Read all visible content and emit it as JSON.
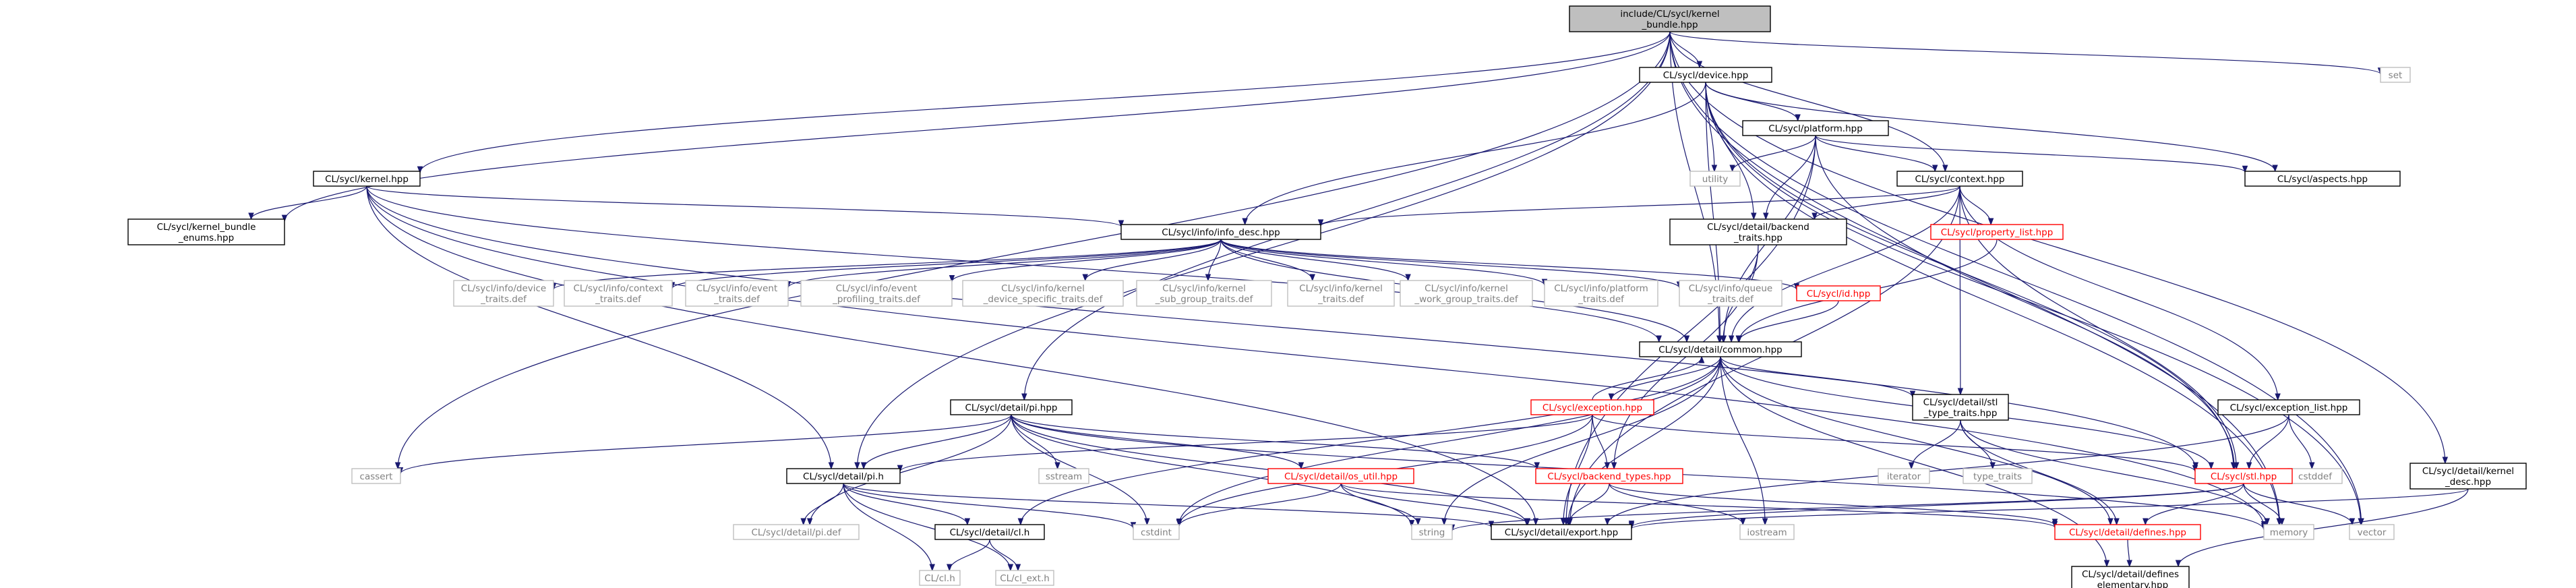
{
  "colors": {
    "edge": "#191970",
    "node_border": "#000000",
    "node_fill": "#ffffff",
    "root_fill": "#bfbfbf",
    "system_text": "#808080",
    "system_border": "#bfbfbf",
    "missing_text": "#ff0000",
    "missing_border": "#ff0000"
  },
  "nodes": [
    {
      "id": "root",
      "kind": "root",
      "lines": [
        "include/CL/sycl/kernel",
        "_bundle.hpp"
      ]
    },
    {
      "id": "device",
      "kind": "normal",
      "lines": [
        "CL/sycl/device.hpp"
      ]
    },
    {
      "id": "set",
      "kind": "system",
      "lines": [
        "set"
      ]
    },
    {
      "id": "platform",
      "kind": "normal",
      "lines": [
        "CL/sycl/platform.hpp"
      ]
    },
    {
      "id": "utility",
      "kind": "system",
      "lines": [
        "utility"
      ]
    },
    {
      "id": "aspects",
      "kind": "normal",
      "lines": [
        "CL/sycl/aspects.hpp"
      ]
    },
    {
      "id": "kernel",
      "kind": "normal",
      "lines": [
        "CL/sycl/kernel.hpp"
      ]
    },
    {
      "id": "context",
      "kind": "normal",
      "lines": [
        "CL/sycl/context.hpp"
      ]
    },
    {
      "id": "kbenums",
      "kind": "normal",
      "lines": [
        "CL/sycl/kernel_bundle",
        "_enums.hpp"
      ]
    },
    {
      "id": "backtraits",
      "kind": "normal",
      "lines": [
        "CL/sycl/detail/backend",
        "_traits.hpp"
      ]
    },
    {
      "id": "infodesc",
      "kind": "normal",
      "lines": [
        "CL/sycl/info/info_desc.hpp"
      ]
    },
    {
      "id": "proplist",
      "kind": "missing",
      "lines": [
        "CL/sycl/property_list.hpp"
      ]
    },
    {
      "id": "devtraits",
      "kind": "system",
      "lines": [
        "CL/sycl/info/device",
        "_traits.def"
      ]
    },
    {
      "id": "ctxtraits",
      "kind": "system",
      "lines": [
        "CL/sycl/info/context",
        "_traits.def"
      ]
    },
    {
      "id": "evtraits",
      "kind": "system",
      "lines": [
        "CL/sycl/info/event",
        "_traits.def"
      ]
    },
    {
      "id": "evproftraits",
      "kind": "system",
      "lines": [
        "CL/sycl/info/event",
        "_profiling_traits.def"
      ]
    },
    {
      "id": "kdevspec",
      "kind": "system",
      "lines": [
        "CL/sycl/info/kernel",
        "_device_specific_traits.def"
      ]
    },
    {
      "id": "ksubgroup",
      "kind": "system",
      "lines": [
        "CL/sycl/info/kernel",
        "_sub_group_traits.def"
      ]
    },
    {
      "id": "ktraits",
      "kind": "system",
      "lines": [
        "CL/sycl/info/kernel",
        "_traits.def"
      ]
    },
    {
      "id": "kworkgroup",
      "kind": "system",
      "lines": [
        "CL/sycl/info/kernel",
        "_work_group_traits.def"
      ]
    },
    {
      "id": "plattraits",
      "kind": "system",
      "lines": [
        "CL/sycl/info/platform",
        "_traits.def"
      ]
    },
    {
      "id": "qtraits",
      "kind": "system",
      "lines": [
        "CL/sycl/info/queue",
        "_traits.def"
      ]
    },
    {
      "id": "idhpp",
      "kind": "missing",
      "lines": [
        "CL/sycl/id.hpp"
      ]
    },
    {
      "id": "common",
      "kind": "normal",
      "lines": [
        "CL/sycl/detail/common.hpp"
      ]
    },
    {
      "id": "pi_hpp",
      "kind": "normal",
      "lines": [
        "CL/sycl/detail/pi.hpp"
      ]
    },
    {
      "id": "exception",
      "kind": "missing",
      "lines": [
        "CL/sycl/exception.hpp"
      ]
    },
    {
      "id": "stltt",
      "kind": "normal",
      "lines": [
        "CL/sycl/detail/stl",
        "_type_traits.hpp"
      ]
    },
    {
      "id": "exclist",
      "kind": "normal",
      "lines": [
        "CL/sycl/exception_list.hpp"
      ]
    },
    {
      "id": "kdesc",
      "kind": "normal",
      "lines": [
        "CL/sycl/detail/kernel",
        "_desc.hpp"
      ]
    },
    {
      "id": "cassert",
      "kind": "system",
      "lines": [
        "cassert"
      ]
    },
    {
      "id": "pi_h",
      "kind": "normal",
      "lines": [
        "CL/sycl/detail/pi.h"
      ]
    },
    {
      "id": "sstream",
      "kind": "system",
      "lines": [
        "sstream"
      ]
    },
    {
      "id": "osutil",
      "kind": "missing",
      "lines": [
        "CL/sycl/detail/os_util.hpp"
      ]
    },
    {
      "id": "backtypes",
      "kind": "missing",
      "lines": [
        "CL/sycl/backend_types.hpp"
      ]
    },
    {
      "id": "iterator",
      "kind": "system",
      "lines": [
        "iterator"
      ]
    },
    {
      "id": "typetraits",
      "kind": "system",
      "lines": [
        "type_traits"
      ]
    },
    {
      "id": "cstddef",
      "kind": "system",
      "lines": [
        "cstddef"
      ]
    },
    {
      "id": "stlhpp",
      "kind": "missing",
      "lines": [
        "CL/sycl/stl.hpp"
      ]
    },
    {
      "id": "pidef",
      "kind": "system",
      "lines": [
        "CL/sycl/detail/pi.def"
      ]
    },
    {
      "id": "clh_detail",
      "kind": "normal",
      "lines": [
        "CL/sycl/detail/cl.h"
      ]
    },
    {
      "id": "cstdint",
      "kind": "system",
      "lines": [
        "cstdint"
      ]
    },
    {
      "id": "string",
      "kind": "system",
      "lines": [
        "string"
      ]
    },
    {
      "id": "export",
      "kind": "normal",
      "lines": [
        "CL/sycl/detail/export.hpp"
      ]
    },
    {
      "id": "iostream",
      "kind": "system",
      "lines": [
        "iostream"
      ]
    },
    {
      "id": "defines",
      "kind": "missing",
      "lines": [
        "CL/sycl/detail/defines.hpp"
      ]
    },
    {
      "id": "memory",
      "kind": "system",
      "lines": [
        "memory"
      ]
    },
    {
      "id": "vector",
      "kind": "system",
      "lines": [
        "vector"
      ]
    },
    {
      "id": "clh",
      "kind": "system",
      "lines": [
        "CL/cl.h"
      ]
    },
    {
      "id": "clext",
      "kind": "system",
      "lines": [
        "CL/cl_ext.h"
      ]
    },
    {
      "id": "defelem",
      "kind": "normal",
      "lines": [
        "CL/sycl/detail/defines",
        "_elementary.hpp"
      ]
    }
  ],
  "edges": [
    [
      "root",
      "device"
    ],
    [
      "root",
      "set"
    ],
    [
      "root",
      "kernel"
    ],
    [
      "root",
      "kbenums"
    ],
    [
      "root",
      "context"
    ],
    [
      "root",
      "kdesc"
    ],
    [
      "root",
      "common"
    ],
    [
      "root",
      "pi_hpp"
    ],
    [
      "root",
      "pi_h"
    ],
    [
      "root",
      "cassert"
    ],
    [
      "root",
      "vector"
    ],
    [
      "root",
      "memory"
    ],
    [
      "device",
      "platform"
    ],
    [
      "device",
      "utility"
    ],
    [
      "device",
      "aspects"
    ],
    [
      "device",
      "backtraits"
    ],
    [
      "device",
      "infodesc"
    ],
    [
      "device",
      "common"
    ],
    [
      "device",
      "stlhpp"
    ],
    [
      "device",
      "memory"
    ],
    [
      "device",
      "vector"
    ],
    [
      "platform",
      "utility"
    ],
    [
      "platform",
      "aspects"
    ],
    [
      "platform",
      "context"
    ],
    [
      "platform",
      "backtraits"
    ],
    [
      "platform",
      "common"
    ],
    [
      "platform",
      "stlhpp"
    ],
    [
      "platform",
      "export"
    ],
    [
      "kernel",
      "kbenums"
    ],
    [
      "kernel",
      "infodesc"
    ],
    [
      "kernel",
      "common"
    ],
    [
      "kernel",
      "stlhpp"
    ],
    [
      "kernel",
      "pi_h"
    ],
    [
      "kernel",
      "export"
    ],
    [
      "kernel",
      "memory"
    ],
    [
      "context",
      "infodesc"
    ],
    [
      "context",
      "backtraits"
    ],
    [
      "context",
      "proplist"
    ],
    [
      "context",
      "exclist"
    ],
    [
      "context",
      "stltt"
    ],
    [
      "context",
      "stlhpp"
    ],
    [
      "context",
      "common"
    ],
    [
      "context",
      "export"
    ],
    [
      "backtraits",
      "common"
    ],
    [
      "backtraits",
      "backtypes"
    ],
    [
      "infodesc",
      "devtraits"
    ],
    [
      "infodesc",
      "ctxtraits"
    ],
    [
      "infodesc",
      "evtraits"
    ],
    [
      "infodesc",
      "evproftraits"
    ],
    [
      "infodesc",
      "kdevspec"
    ],
    [
      "infodesc",
      "ksubgroup"
    ],
    [
      "infodesc",
      "ktraits"
    ],
    [
      "infodesc",
      "kworkgroup"
    ],
    [
      "infodesc",
      "plattraits"
    ],
    [
      "infodesc",
      "qtraits"
    ],
    [
      "infodesc",
      "idhpp"
    ],
    [
      "infodesc",
      "common"
    ],
    [
      "proplist",
      "common"
    ],
    [
      "idhpp",
      "common"
    ],
    [
      "common",
      "exception"
    ],
    [
      "common",
      "stltt"
    ],
    [
      "common",
      "clh_detail"
    ],
    [
      "common",
      "cstdint"
    ],
    [
      "common",
      "string"
    ],
    [
      "common",
      "export"
    ],
    [
      "common",
      "iostream"
    ],
    [
      "common",
      "defines"
    ],
    [
      "common",
      "defelem"
    ],
    [
      "common",
      "stlhpp"
    ],
    [
      "exception",
      "common"
    ],
    [
      "exception",
      "backtypes"
    ],
    [
      "exception",
      "pi_h"
    ],
    [
      "exception",
      "stlhpp"
    ],
    [
      "exception",
      "export"
    ],
    [
      "exception",
      "cstdint"
    ],
    [
      "pi_hpp",
      "cassert"
    ],
    [
      "pi_hpp",
      "pi_h"
    ],
    [
      "pi_hpp",
      "sstream"
    ],
    [
      "pi_hpp",
      "osutil"
    ],
    [
      "pi_hpp",
      "backtypes"
    ],
    [
      "pi_hpp",
      "export"
    ],
    [
      "pi_hpp",
      "string"
    ],
    [
      "pi_hpp",
      "memory"
    ],
    [
      "pi_hpp",
      "pidef"
    ],
    [
      "pi_hpp",
      "cstdint"
    ],
    [
      "stltt",
      "iterator"
    ],
    [
      "stltt",
      "typetraits"
    ],
    [
      "stltt",
      "defines"
    ],
    [
      "stltt",
      "memory"
    ],
    [
      "exclist",
      "stlhpp"
    ],
    [
      "exclist",
      "cstddef"
    ],
    [
      "exclist",
      "export"
    ],
    [
      "kdesc",
      "export"
    ],
    [
      "kdesc",
      "defelem"
    ],
    [
      "pi_h",
      "pidef"
    ],
    [
      "pi_h",
      "clh_detail"
    ],
    [
      "pi_h",
      "clh"
    ],
    [
      "pi_h",
      "clext"
    ],
    [
      "pi_h",
      "cstdint"
    ],
    [
      "pi_h",
      "export"
    ],
    [
      "osutil",
      "defines"
    ],
    [
      "osutil",
      "export"
    ],
    [
      "osutil",
      "string"
    ],
    [
      "osutil",
      "cstdint"
    ],
    [
      "backtypes",
      "defines"
    ],
    [
      "backtypes",
      "iostream"
    ],
    [
      "backtypes",
      "export"
    ],
    [
      "stlhpp",
      "defines"
    ],
    [
      "stlhpp",
      "export"
    ],
    [
      "stlhpp",
      "memory"
    ],
    [
      "stlhpp",
      "string"
    ],
    [
      "stlhpp",
      "vector"
    ],
    [
      "clh_detail",
      "clh"
    ],
    [
      "clh_detail",
      "clext"
    ],
    [
      "defines",
      "defelem"
    ]
  ]
}
